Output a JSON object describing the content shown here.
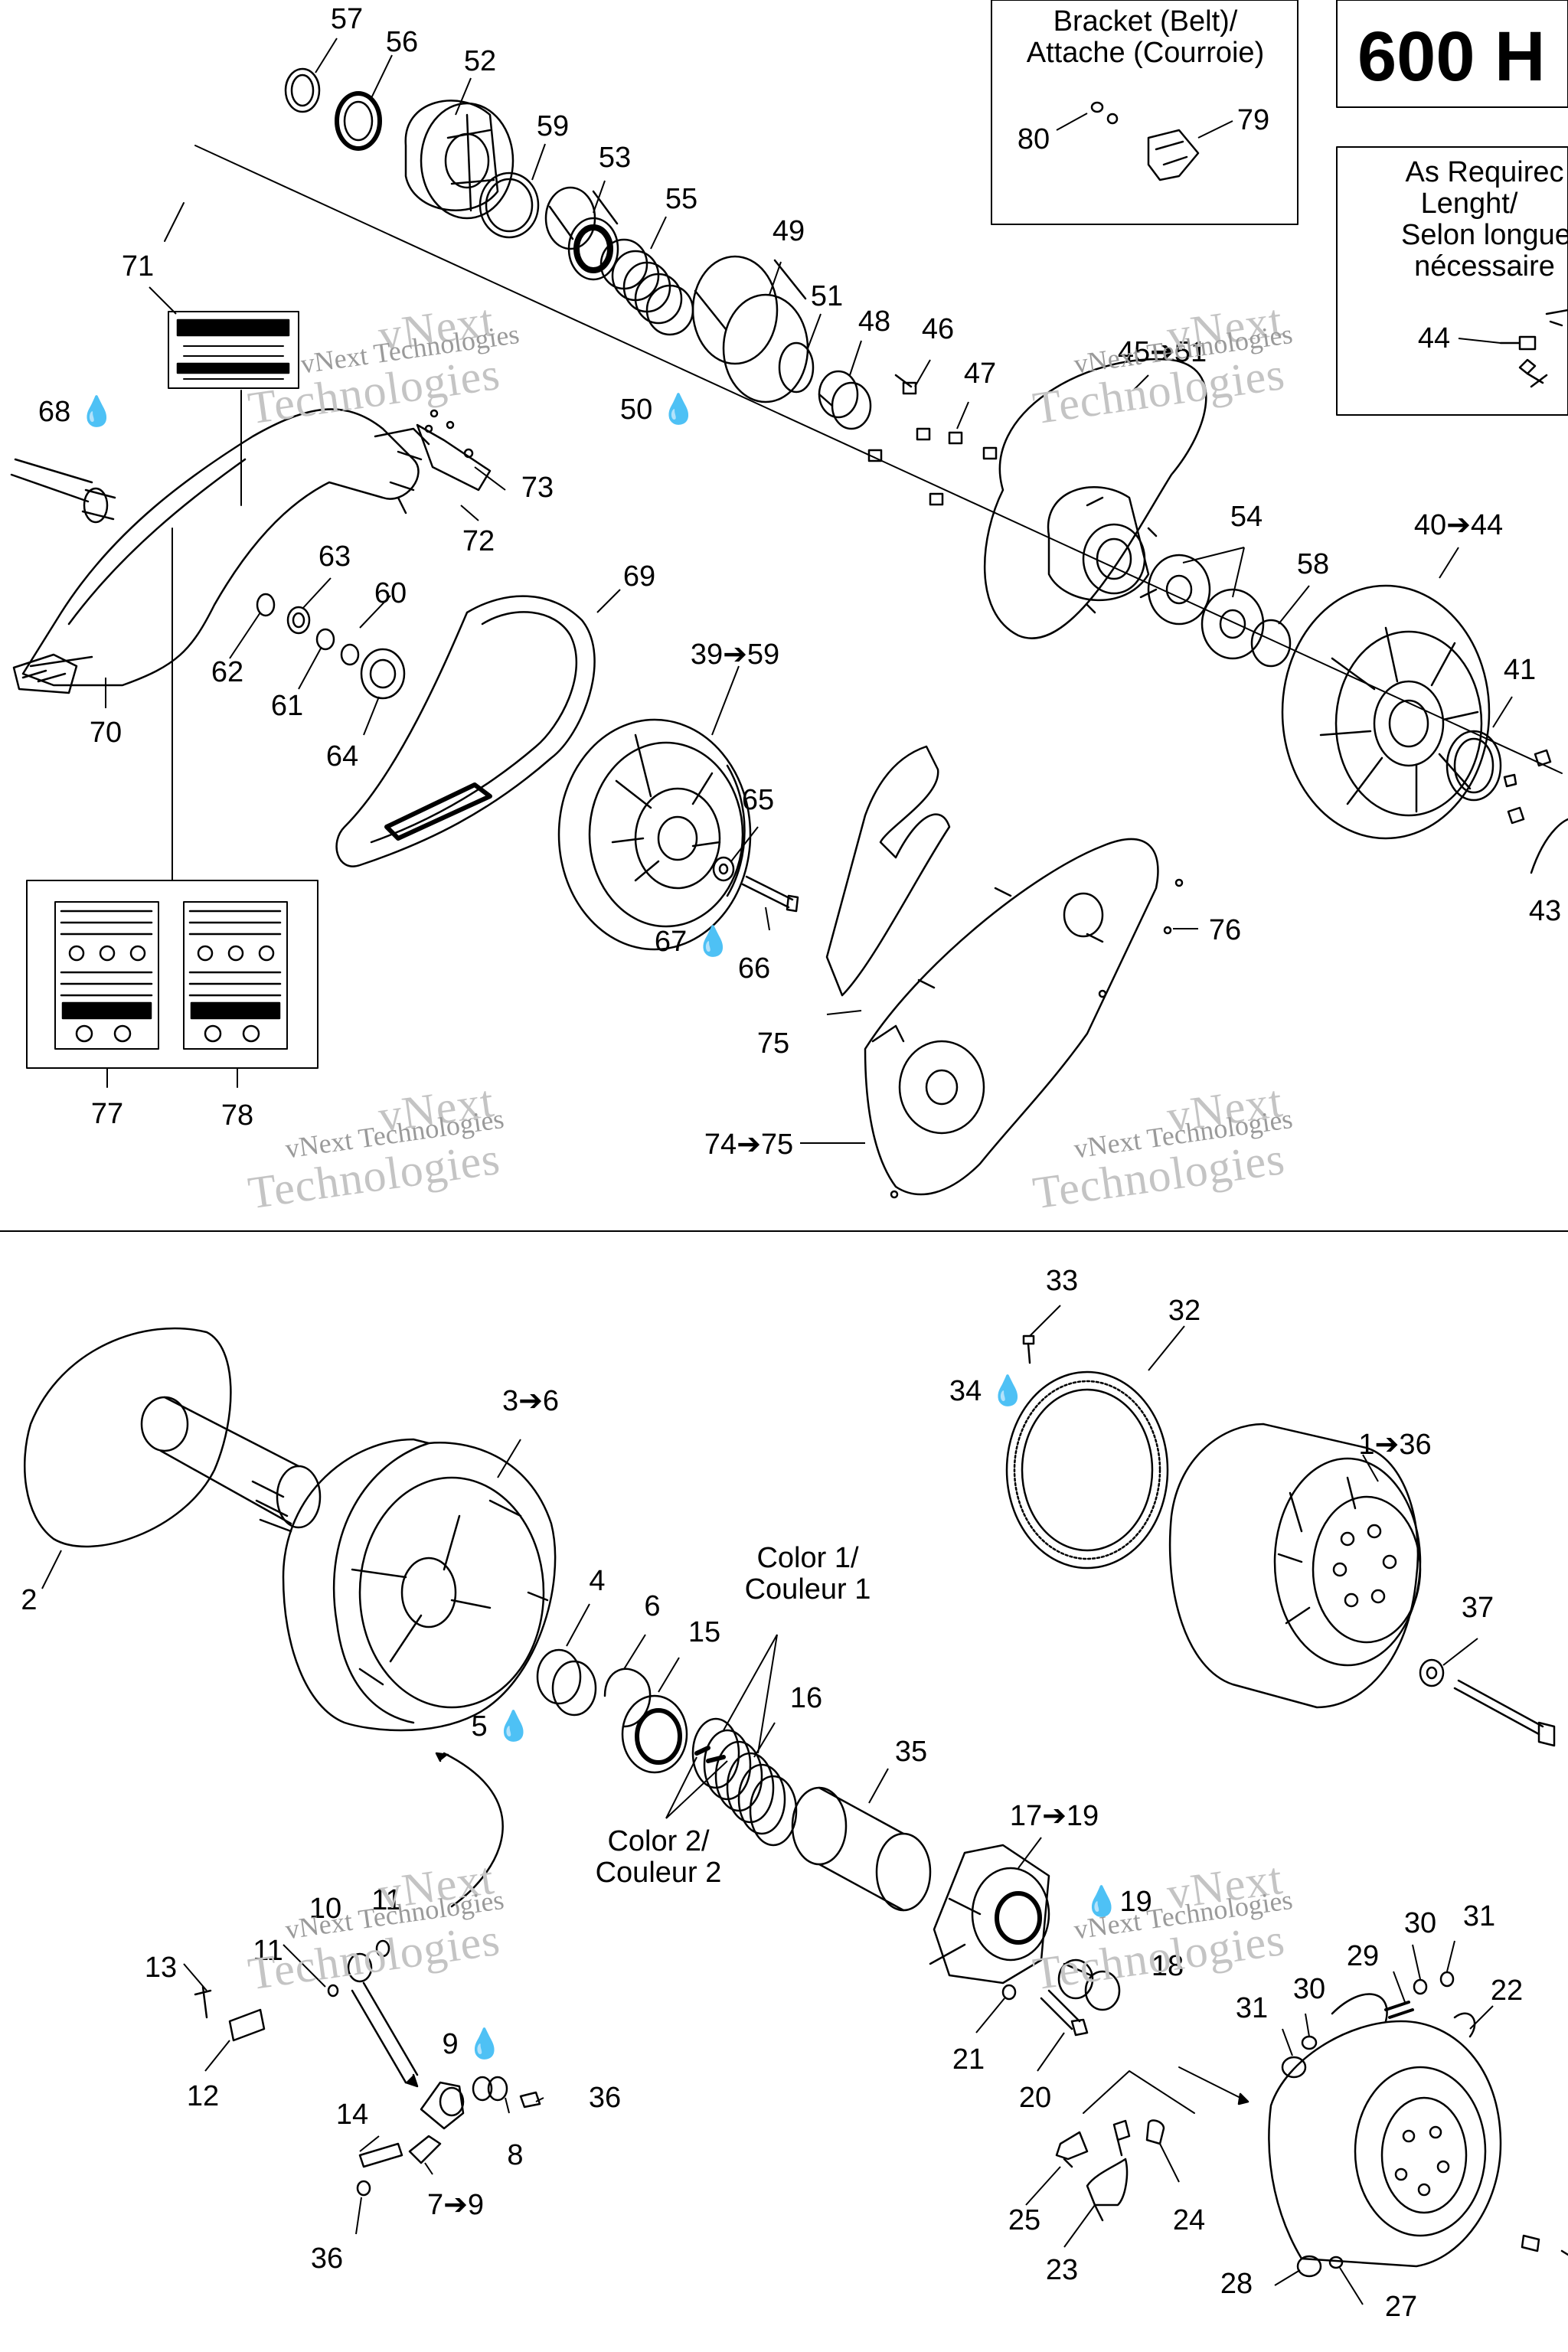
{
  "header": {
    "title": "600 H",
    "bracket_box": {
      "line1": "Bracket (Belt)/",
      "line2": "Attache (Courroie)"
    },
    "as_required_box": {
      "line1": "As Requirec",
      "line2": "Lenght/",
      "line3": "Selon longue",
      "line4": "nécessaire"
    }
  },
  "color_notes": {
    "color1": {
      "line1": "Color 1/",
      "line2": "Couleur 1"
    },
    "color2": {
      "line1": "Color 2/",
      "line2": "Couleur 2"
    }
  },
  "watermark": {
    "line1": "vNext Technologies",
    "line2": "Technologies",
    "brand": "vNext"
  },
  "callouts": [
    {
      "id": "57",
      "text": "57"
    },
    {
      "id": "56",
      "text": "56"
    },
    {
      "id": "52",
      "text": "52"
    },
    {
      "id": "59",
      "text": "59"
    },
    {
      "id": "53",
      "text": "53"
    },
    {
      "id": "55",
      "text": "55"
    },
    {
      "id": "49",
      "text": "49"
    },
    {
      "id": "51",
      "text": "51"
    },
    {
      "id": "48",
      "text": "48"
    },
    {
      "id": "46",
      "text": "46"
    },
    {
      "id": "47",
      "text": "47"
    },
    {
      "id": "50",
      "text": "50 💧"
    },
    {
      "id": "45-51",
      "text": "45➔51"
    },
    {
      "id": "80",
      "text": "80"
    },
    {
      "id": "79",
      "text": "79"
    },
    {
      "id": "44",
      "text": "44"
    },
    {
      "id": "71",
      "text": "71"
    },
    {
      "id": "68",
      "text": "68 💧"
    },
    {
      "id": "73",
      "text": "73"
    },
    {
      "id": "72",
      "text": "72"
    },
    {
      "id": "63",
      "text": "63"
    },
    {
      "id": "60",
      "text": "60"
    },
    {
      "id": "62",
      "text": "62"
    },
    {
      "id": "61",
      "text": "61"
    },
    {
      "id": "64",
      "text": "64"
    },
    {
      "id": "69",
      "text": "69"
    },
    {
      "id": "70",
      "text": "70"
    },
    {
      "id": "39-59",
      "text": "39➔59"
    },
    {
      "id": "54",
      "text": "54"
    },
    {
      "id": "58",
      "text": "58"
    },
    {
      "id": "40-44",
      "text": "40➔44"
    },
    {
      "id": "41",
      "text": "41"
    },
    {
      "id": "43",
      "text": "43"
    },
    {
      "id": "65",
      "text": "65"
    },
    {
      "id": "67",
      "text": "67 💧"
    },
    {
      "id": "66",
      "text": "66"
    },
    {
      "id": "76",
      "text": "76"
    },
    {
      "id": "75",
      "text": "75"
    },
    {
      "id": "74-75",
      "text": "74➔75"
    },
    {
      "id": "77",
      "text": "77"
    },
    {
      "id": "78",
      "text": "78"
    },
    {
      "id": "33",
      "text": "33"
    },
    {
      "id": "32",
      "text": "32"
    },
    {
      "id": "34",
      "text": "34 💧"
    },
    {
      "id": "3-6",
      "text": "3➔6"
    },
    {
      "id": "1-36",
      "text": "1➔36"
    },
    {
      "id": "2",
      "text": "2"
    },
    {
      "id": "4",
      "text": "4"
    },
    {
      "id": "6",
      "text": "6"
    },
    {
      "id": "15",
      "text": "15"
    },
    {
      "id": "16",
      "text": "16"
    },
    {
      "id": "5",
      "text": "5 💧"
    },
    {
      "id": "37",
      "text": "37"
    },
    {
      "id": "35",
      "text": "35"
    },
    {
      "id": "17-19",
      "text": "17➔19"
    },
    {
      "id": "19",
      "text": "💧19"
    },
    {
      "id": "18",
      "text": "18"
    },
    {
      "id": "10",
      "text": "10"
    },
    {
      "id": "11a",
      "text": "11"
    },
    {
      "id": "11b",
      "text": "11"
    },
    {
      "id": "13",
      "text": "13"
    },
    {
      "id": "12",
      "text": "12"
    },
    {
      "id": "9",
      "text": "9 💧"
    },
    {
      "id": "36a",
      "text": "36"
    },
    {
      "id": "8",
      "text": "8"
    },
    {
      "id": "14",
      "text": "14"
    },
    {
      "id": "7-9",
      "text": "7➔9"
    },
    {
      "id": "36b",
      "text": "36"
    },
    {
      "id": "30a",
      "text": "30"
    },
    {
      "id": "31a",
      "text": "31"
    },
    {
      "id": "29",
      "text": "29"
    },
    {
      "id": "22",
      "text": "22"
    },
    {
      "id": "31b",
      "text": "31"
    },
    {
      "id": "30b",
      "text": "30"
    },
    {
      "id": "21",
      "text": "21"
    },
    {
      "id": "20",
      "text": "20"
    },
    {
      "id": "25",
      "text": "25"
    },
    {
      "id": "24",
      "text": "24"
    },
    {
      "id": "23",
      "text": "23"
    },
    {
      "id": "28",
      "text": "28"
    },
    {
      "id": "27",
      "text": "27"
    }
  ]
}
